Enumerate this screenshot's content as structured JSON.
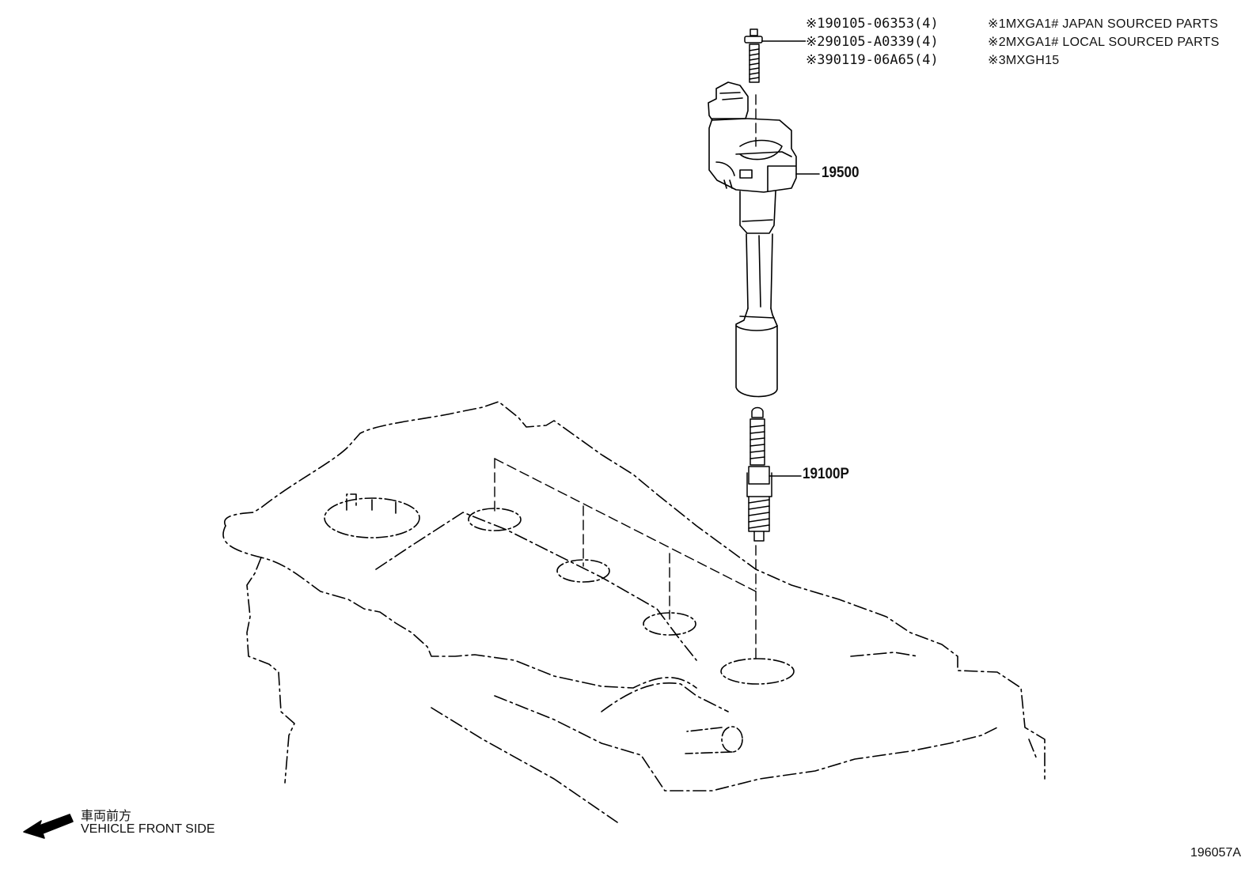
{
  "bolt_notes": [
    {
      "mark": "※1",
      "part": "90105-06353(4)"
    },
    {
      "mark": "※2",
      "part": "90105-A0339(4)"
    },
    {
      "mark": "※3",
      "part": "90119-06A65(4)"
    }
  ],
  "condition_notes": [
    {
      "mark": "※1",
      "text": "MXGA1# JAPAN SOURCED PARTS"
    },
    {
      "mark": "※2",
      "text": "MXGA1# LOCAL SOURCED PARTS"
    },
    {
      "mark": "※3",
      "text": "MXGH15"
    }
  ],
  "callouts": {
    "ignition_coil": "19500",
    "spark_plug": "19100P"
  },
  "direction": {
    "japanese": "車両前方",
    "english": "VEHICLE FRONT SIDE"
  },
  "illustration_id": "196057A"
}
